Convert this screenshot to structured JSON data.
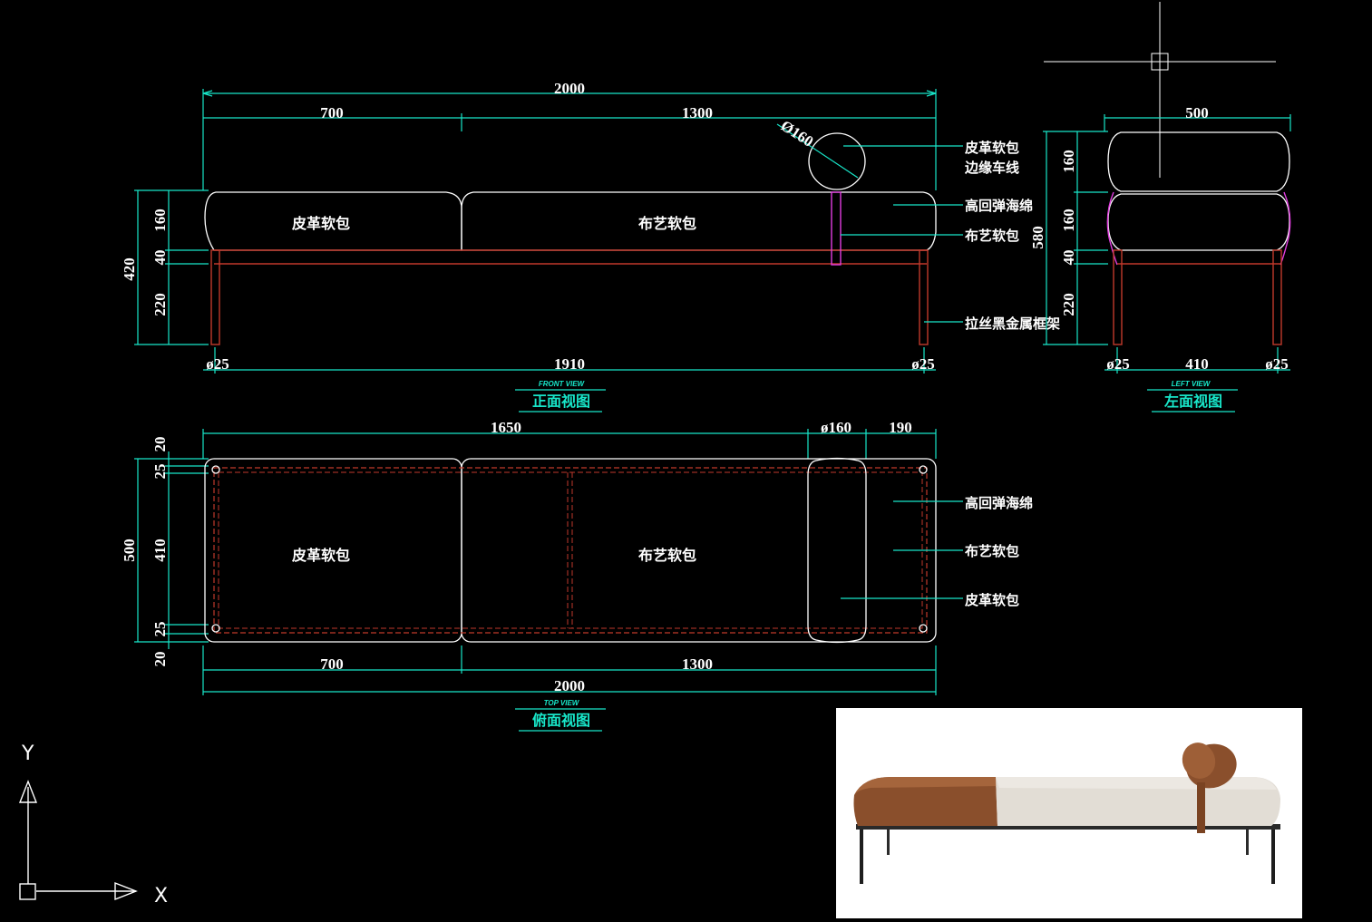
{
  "colors": {
    "background": "#000000",
    "dimension": "#18e6c9",
    "outline": "#ffffff",
    "frame": "#c0392b",
    "strap": "#e23de0"
  },
  "front_view": {
    "title": "正面视图",
    "subtitle": "FRONT VIEW",
    "dims": {
      "overall": "2000",
      "left_seg": "700",
      "right_seg": "1300",
      "bolster": "Ø160",
      "height_total": "420",
      "cushion": "160",
      "frame": "40",
      "legs": "220",
      "leg_left": "ø25",
      "leg_span": "1910",
      "leg_right": "ø25"
    },
    "cushion_left": "皮革软包",
    "cushion_right": "布艺软包",
    "callouts": [
      "皮革软包",
      "边缘车线",
      "高回弹海绵",
      "布艺软包",
      "拉丝黑金属框架"
    ]
  },
  "left_view": {
    "title": "左面视图",
    "subtitle": "LEFT VIEW",
    "dims": {
      "width": "500",
      "bolster": "160",
      "cushion": "160",
      "frame": "40",
      "legs": "220",
      "height_total": "580",
      "leg_left": "ø25",
      "leg_span": "410",
      "leg_right": "ø25"
    }
  },
  "top_view": {
    "title": "俯面视图",
    "subtitle": "TOP VIEW",
    "dims": {
      "inner": "1650",
      "bolster": "ø160",
      "end": "190",
      "depth_total": "500",
      "edge_top": "20",
      "leg_top": "25",
      "inner_depth": "410",
      "leg_bottom": "25",
      "edge_bottom": "20",
      "left_seg": "700",
      "right_seg": "1300",
      "overall": "2000"
    },
    "cushion_left": "皮革软包",
    "cushion_right": "布艺软包",
    "callouts": [
      "高回弹海绵",
      "布艺软包",
      "皮革软包"
    ]
  },
  "ucs": {
    "y_label": "Y",
    "x_label": "X"
  },
  "product_photo": {
    "description_icon": "daybed-photo-icon"
  }
}
